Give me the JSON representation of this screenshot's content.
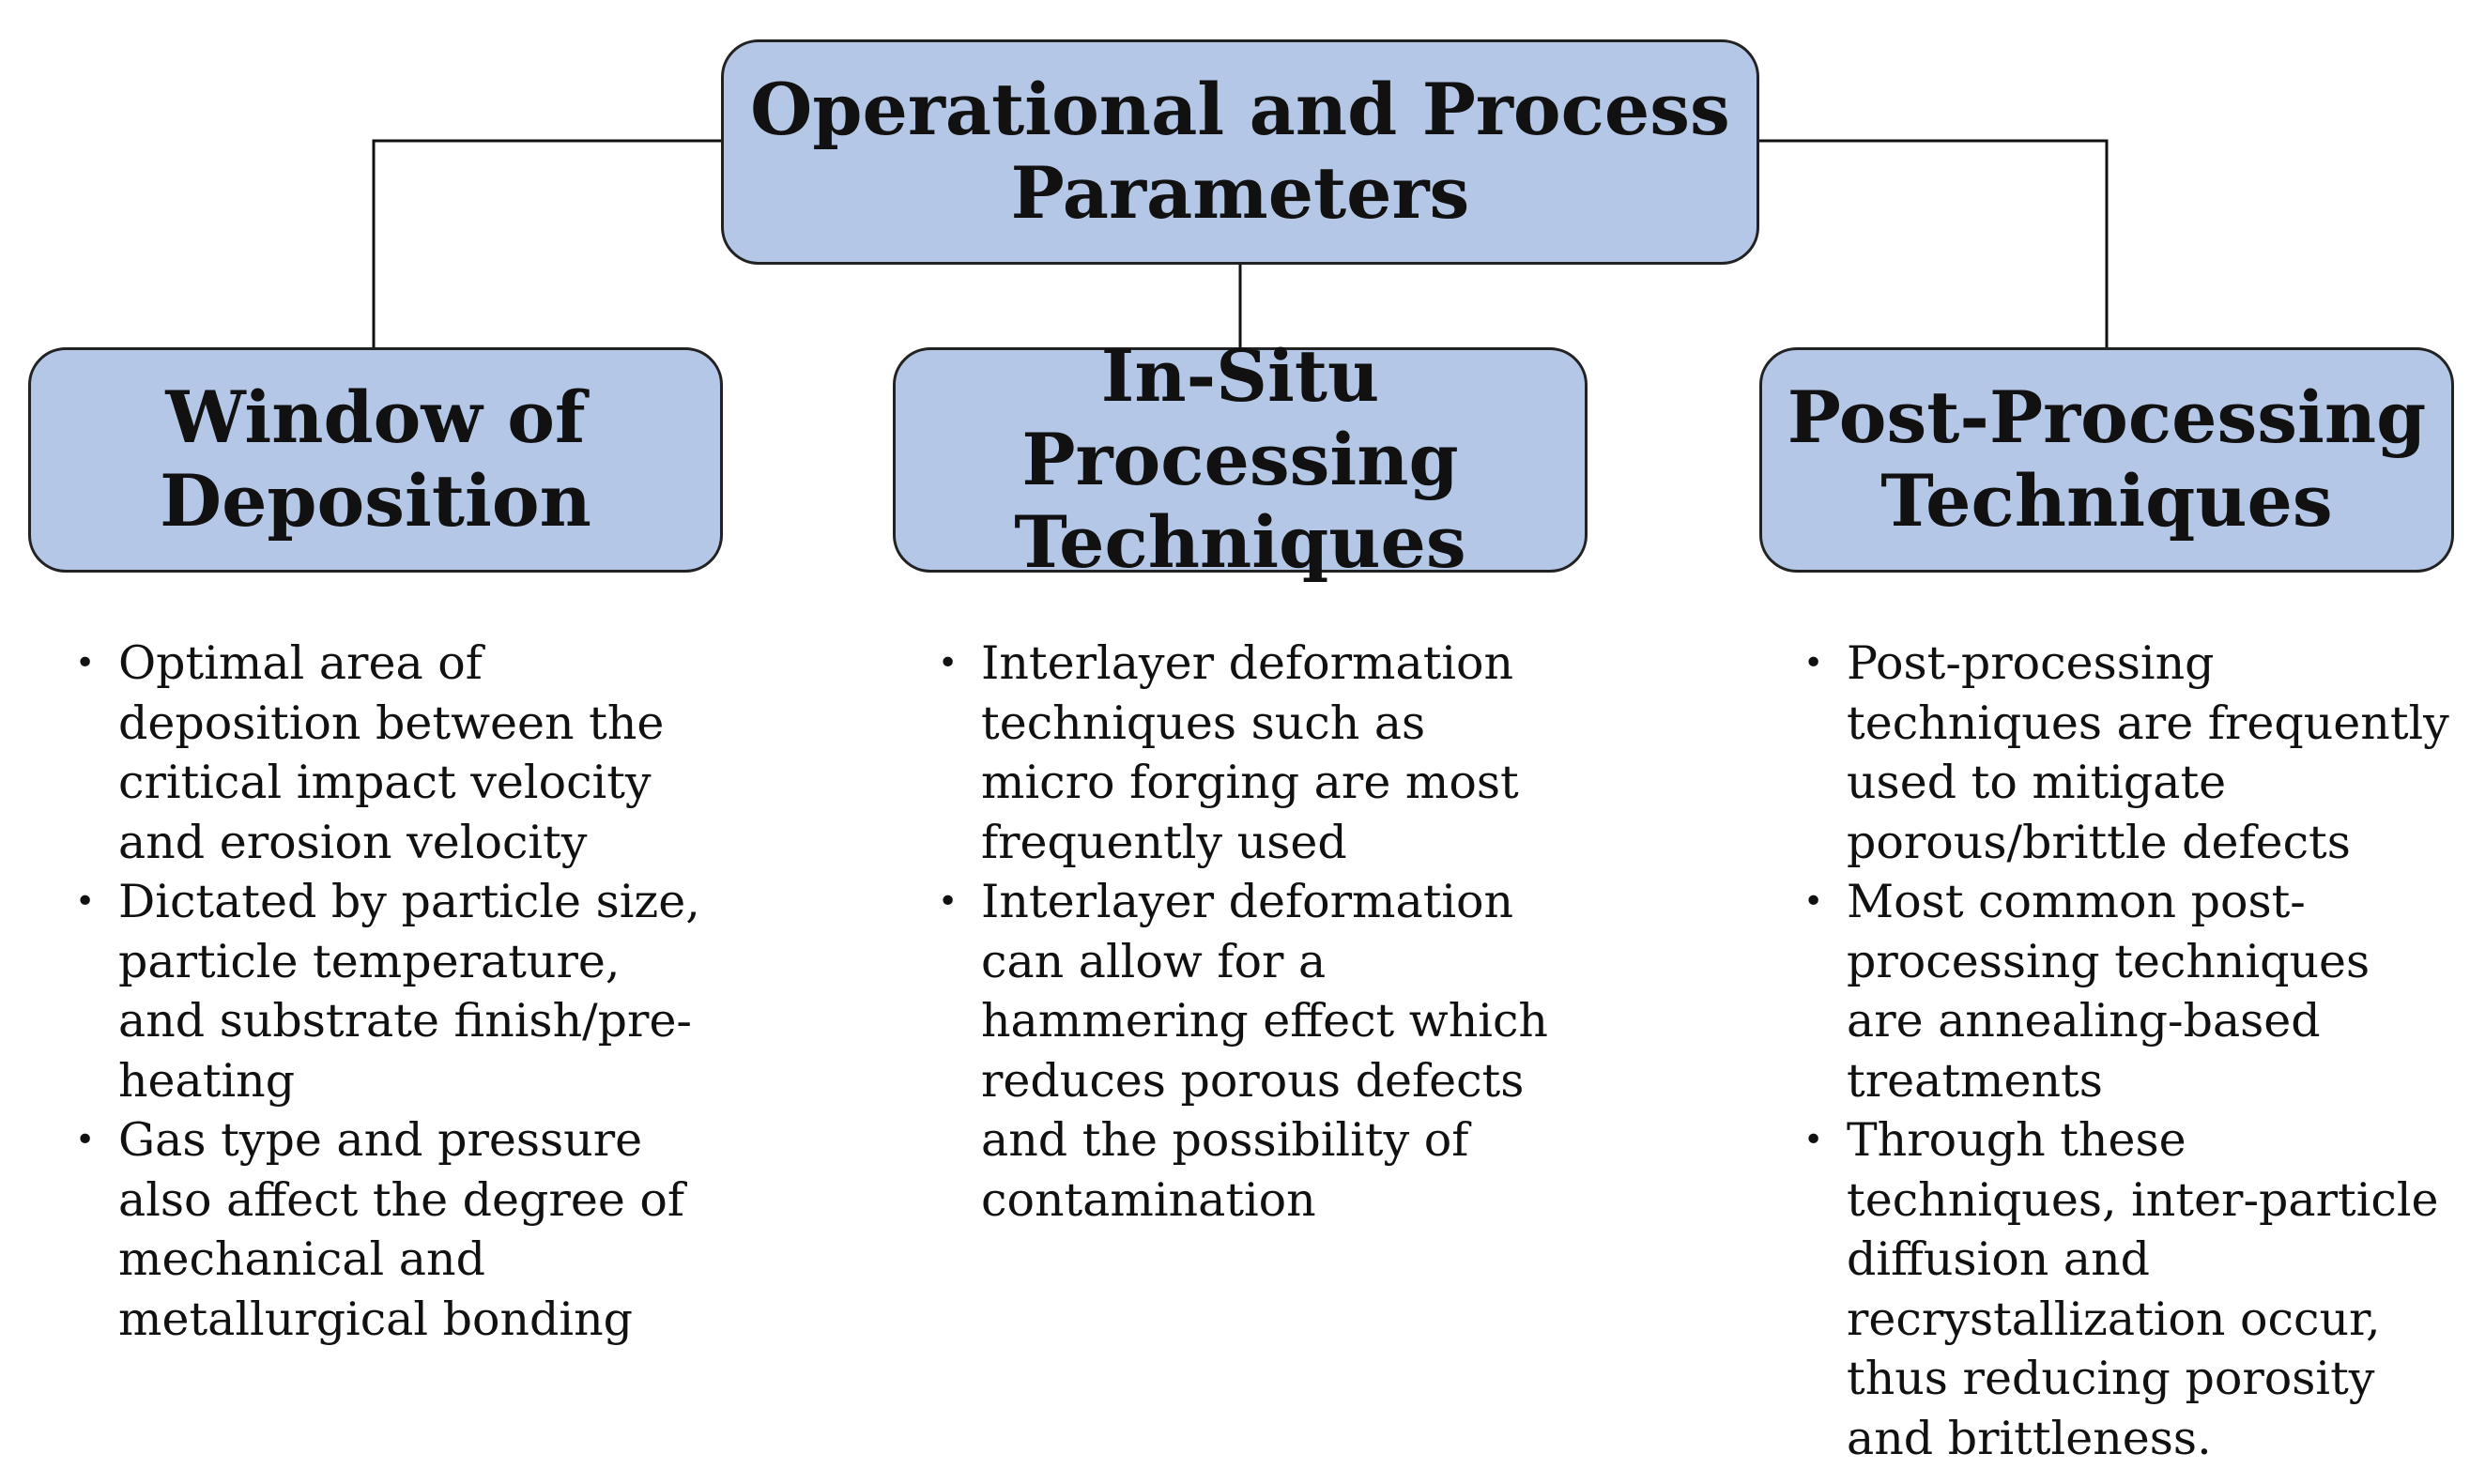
{
  "diagram": {
    "root": {
      "lines": [
        "Operational and Process",
        "Parameters"
      ]
    },
    "nodes": [
      {
        "lines": [
          "Window of",
          "Deposition"
        ],
        "bullets": [
          "Optimal area of deposition between the critical impact velocity and erosion velocity",
          "Dictated by particle size, particle temperature, and substrate finish/pre-heating",
          "Gas type and pressure also affect the degree of mechanical and metallurgical bonding"
        ]
      },
      {
        "lines": [
          "In-Situ Processing",
          "Techniques"
        ],
        "bullets": [
          "Interlayer deformation techniques such as micro forging are most frequently used",
          "Interlayer deformation can allow for a hammering effect which reduces porous defects and the possibility of contamination"
        ]
      },
      {
        "lines": [
          "Post-Processing",
          "Techniques"
        ],
        "bullets": [
          "Post-processing techniques are frequently used to mitigate porous/brittle defects",
          "Most common post-processing techniques are annealing-based treatments",
          "Through these techniques, inter-particle diffusion and recrystallization occur, thus reducing porosity and brittleness."
        ]
      }
    ],
    "colors": {
      "box_fill": "#b4c7e7",
      "box_border": "#222222",
      "line": "#111111",
      "text": "#111111"
    }
  }
}
